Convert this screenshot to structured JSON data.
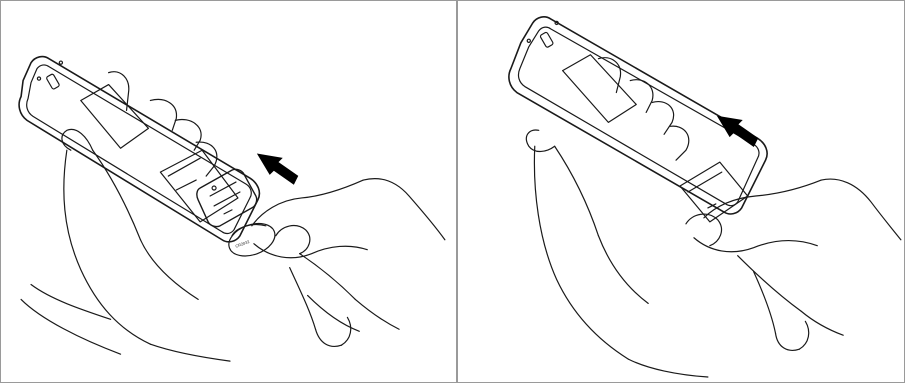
{
  "panels": [
    {
      "id": "left",
      "step": "remove-battery-cover",
      "arrow_direction": "up-left",
      "icons": [
        "remote-control-back",
        "battery-cover",
        "hand-holding",
        "hand-pulling",
        "arrow-icon"
      ],
      "label_text": "CR2032"
    },
    {
      "id": "right",
      "step": "close-battery-cover",
      "arrow_direction": "up-left",
      "icons": [
        "remote-control-back",
        "hand-holding",
        "hand-pushing",
        "arrow-icon"
      ]
    }
  ],
  "colors": {
    "border": "#9a9a9a",
    "line": "#1a1a1a",
    "arrow": "#000000",
    "background": "#ffffff"
  }
}
